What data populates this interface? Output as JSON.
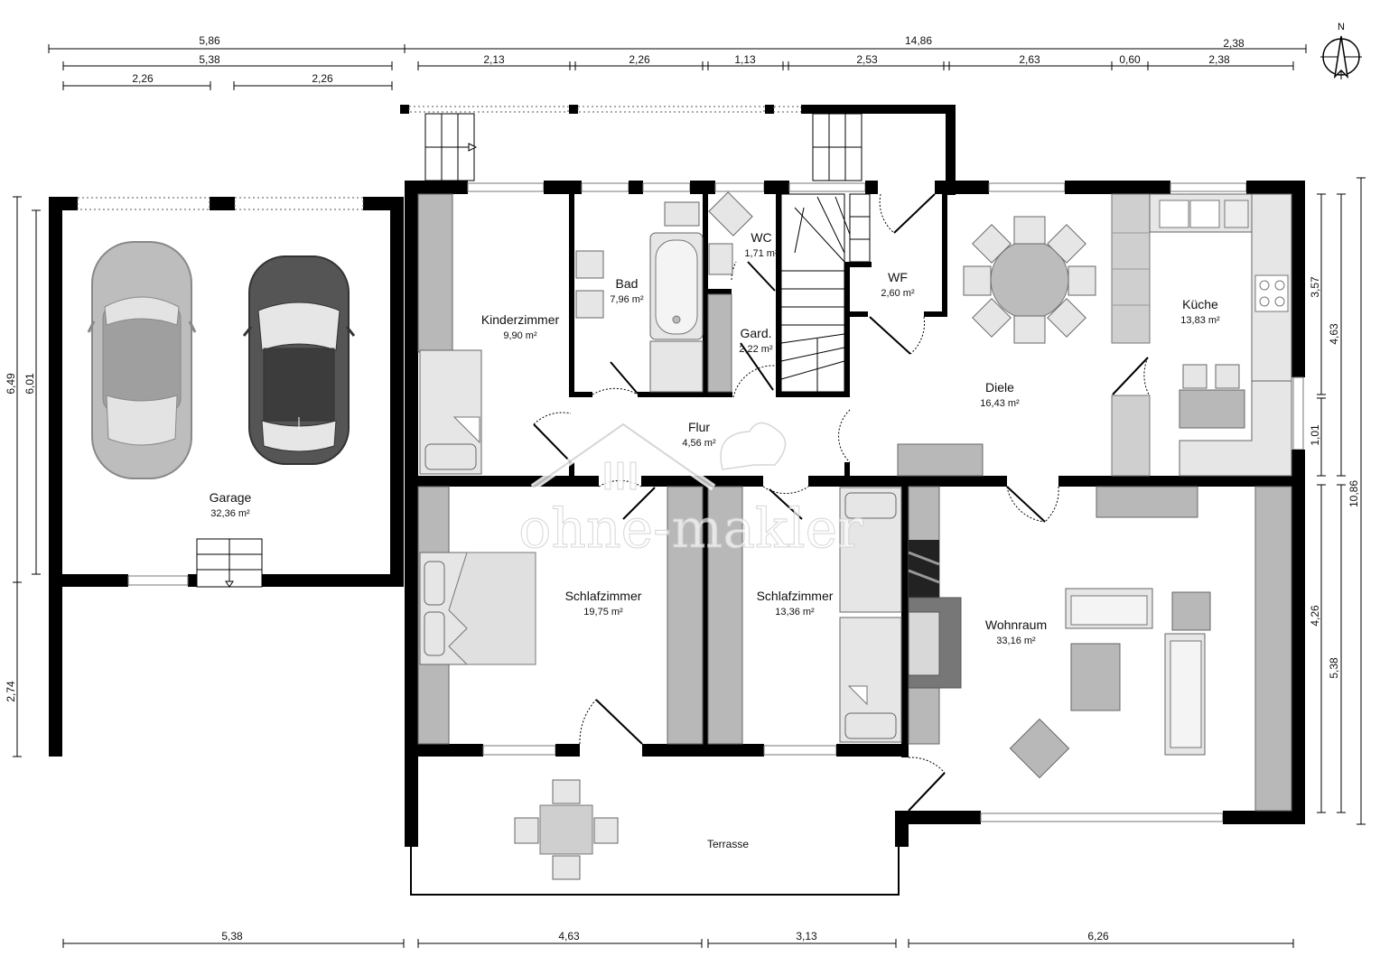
{
  "rooms": {
    "garage": {
      "name": "Garage",
      "area": "32,36 m²"
    },
    "kinderzimmer": {
      "name": "Kinderzimmer",
      "area": "9,90 m²"
    },
    "bad": {
      "name": "Bad",
      "area": "7,96 m²"
    },
    "wc": {
      "name": "WC",
      "area": "1,71 m²"
    },
    "gard": {
      "name": "Gard.",
      "area": "2,22 m²"
    },
    "wf": {
      "name": "WF",
      "area": "2,60 m²"
    },
    "kueche": {
      "name": "Küche",
      "area": "13,83 m²"
    },
    "diele": {
      "name": "Diele",
      "area": "16,43 m²"
    },
    "flur": {
      "name": "Flur",
      "area": "4,56 m²"
    },
    "schlafzimmer1": {
      "name": "Schlafzimmer",
      "area": "19,75 m²"
    },
    "schlafzimmer2": {
      "name": "Schlafzimmer",
      "area": "13,36 m²"
    },
    "wohnraum": {
      "name": "Wohnraum",
      "area": "33,16 m²"
    },
    "terrasse": {
      "name": "Terrasse"
    }
  },
  "dimensions": {
    "top": {
      "row1": [
        "5,86",
        "14,86",
        "2,38"
      ],
      "row2": [
        "5,38",
        "2,13",
        "2,26",
        "1,13",
        "2,53",
        "2,63",
        "0,60",
        "2,38"
      ],
      "row3": [
        "2,26",
        "2,26"
      ]
    },
    "left": [
      "6,49",
      "6,01",
      "2,74"
    ],
    "right": [
      "3,57",
      "4,63",
      "1,01",
      "10,86",
      "4,26",
      "5,38"
    ],
    "bottom": [
      "5,38",
      "4,63",
      "3,13",
      "6,26"
    ]
  },
  "compass": {
    "label": "N"
  },
  "watermark": {
    "text": "ohne-makler"
  }
}
